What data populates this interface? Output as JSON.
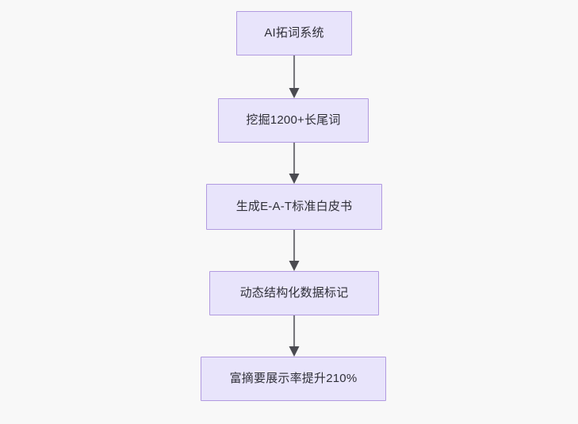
{
  "diagram": {
    "type": "flowchart",
    "direction": "top-to-bottom",
    "background_color": "#f8f8f8",
    "node_fill_color": "#e8e4fb",
    "node_border_color": "#b19ae0",
    "node_text_color": "#2f2f38",
    "edge_color": "#78787d",
    "arrowhead_color": "#4a4a50",
    "nodes": [
      {
        "id": "n0",
        "label": "AI拓词系统"
      },
      {
        "id": "n1",
        "label": "挖掘1200+长尾词"
      },
      {
        "id": "n2",
        "label": "生成E-A-T标准白皮书"
      },
      {
        "id": "n3",
        "label": "动态结构化数据标记"
      },
      {
        "id": "n4",
        "label": "富摘要展示率提升210%"
      }
    ],
    "edges": [
      {
        "from": "n0",
        "to": "n1",
        "label": ""
      },
      {
        "from": "n1",
        "to": "n2",
        "label": ""
      },
      {
        "from": "n2",
        "to": "n3",
        "label": ""
      },
      {
        "from": "n3",
        "to": "n4",
        "label": ""
      }
    ]
  }
}
